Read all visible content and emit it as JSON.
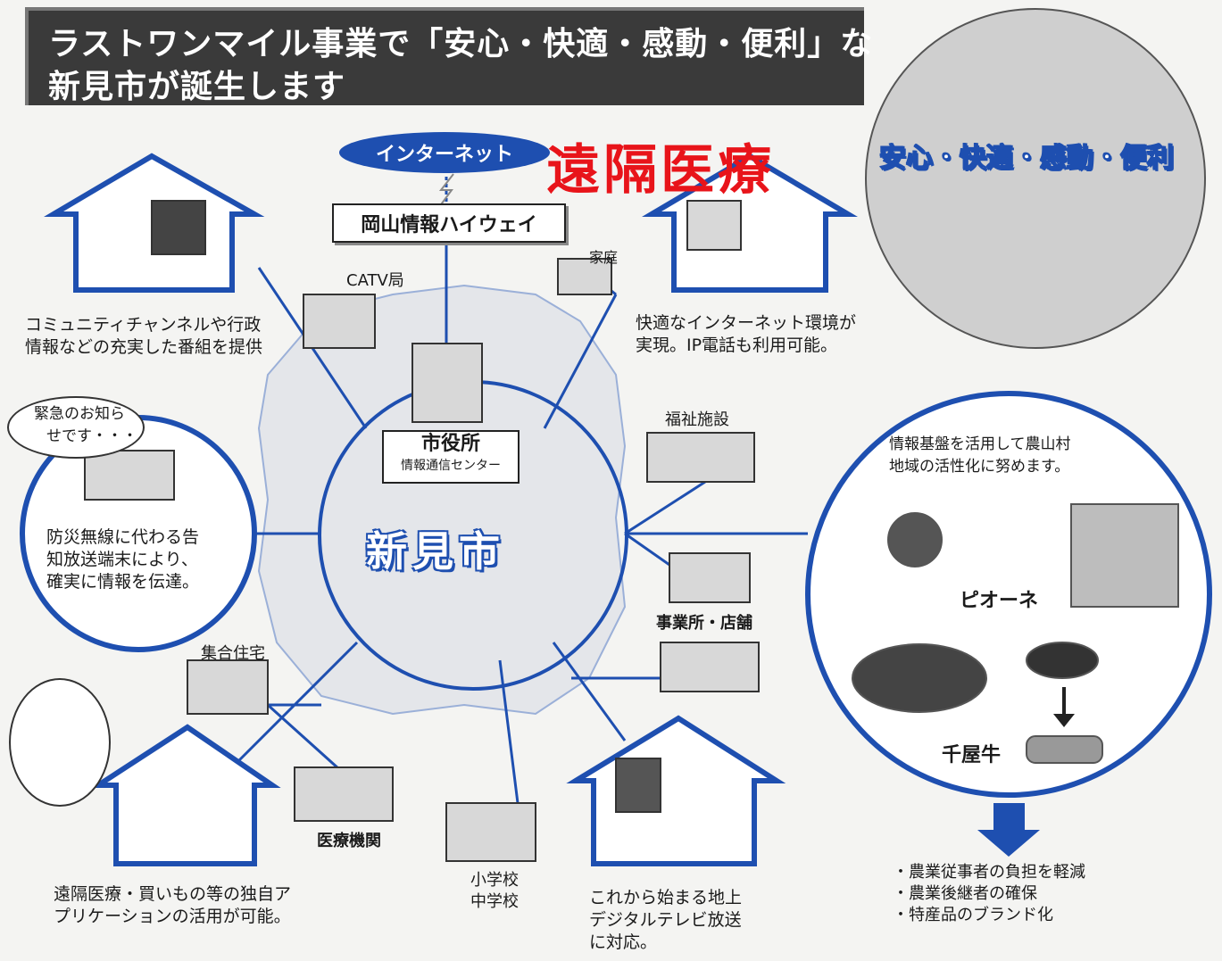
{
  "banner": {
    "line1": "ラストワンマイル事業で「安心・快適・感動・便利」な",
    "line2": "新見市が誕生します"
  },
  "overlay_title": "遠隔医療",
  "virtues": "安心・快適・感動・便利",
  "center": {
    "city_name": "新見市",
    "city_hall": "市役所",
    "center_sub": "情報通信センター"
  },
  "top": {
    "internet": "インターネット",
    "highway": "岡山情報ハイウェイ"
  },
  "labels": {
    "catv": "CATV局",
    "home": "家庭",
    "welfare": "福祉施設",
    "business": "事業所・店舗",
    "housing": "集合住宅",
    "medical": "医療機関",
    "school1": "小学校",
    "school2": "中学校",
    "pione": "ピオーネ",
    "chiya": "千屋牛"
  },
  "captions": {
    "community": [
      "コミュニティチャンネルや行政",
      "情報などの充実した番組を提供"
    ],
    "internet": [
      "快適なインターネット環境が",
      "実現。IP電話も利用可能。"
    ],
    "emergency_bubble": [
      "緊急のお知ら",
      "せです・・・"
    ],
    "disaster": [
      "防災無線に代わる告",
      "知放送端末により、",
      "確実に情報を伝達。"
    ],
    "telemedicine": [
      "遠隔医療・買いもの等の独自ア",
      "プリケーションの活用が可能。"
    ],
    "digital_tv": [
      "これから始まる地上",
      "デジタルテレビ放送",
      "に対応。"
    ],
    "agriculture": [
      "情報基盤を活用して農山村",
      "地域の活性化に努めます。"
    ],
    "outcomes": [
      "・農業従事者の負担を軽減",
      "・農業後継者の確保",
      "・特産品のブランド化"
    ]
  },
  "colors": {
    "accent": "#1e4fb0",
    "red": "#e8141a",
    "banner": "#3a3a3a"
  }
}
